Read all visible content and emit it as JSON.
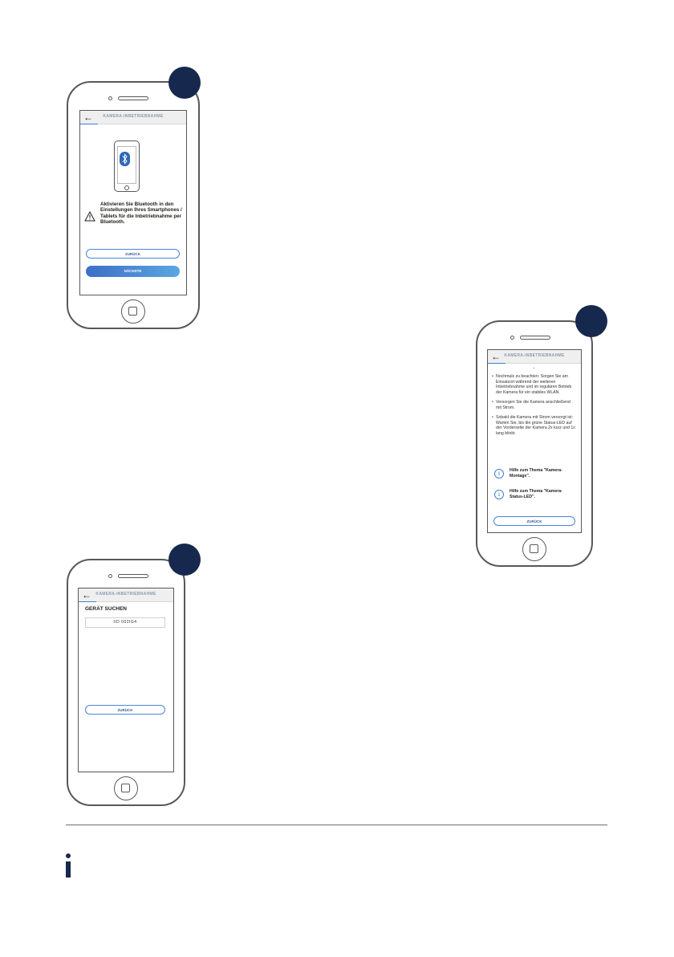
{
  "screens": {
    "bluetooth": {
      "title": "KAMERA-INBETRIEBNAHME",
      "back_icon": "arrow-left-icon",
      "instruction": "Aktivieren Sie Bluetooth in den Einstellungen Ihres Smartphones / Tablets für die Inbetriebnahme per Bluetooth.",
      "back_button": "ZURÜCK",
      "next_button": "NÄCHSTE"
    },
    "power": {
      "title": "KAMERA-INBETRIEBNAHME",
      "dash": "-",
      "bullets": [
        "Nochmals zu beachten: Sorgen Sie am Einsatzort während der weiteren Inbetriebnahme und im regulären Betrieb der Kamera für ein stabiles WLAN.",
        "Versorgen Sie die Kamera anschließend mit Strom.",
        "Sobald die Kamera mit Strom versorgt ist: Warten Sie, bis die grüne Status-LED auf der Vorderseite der Kamera 2x kurz und 1x lang blinkt."
      ],
      "help_1": "Hilfe zum Thema \"Kamera-Montage\".",
      "help_2": "Hilfe zum Thema \"Kamera-Status-LED\".",
      "back_button": "ZURÜCK"
    },
    "search": {
      "title": "KAMERA-INBETRIEBNAHME",
      "heading": "GERÄT SUCHEN",
      "device_id": "IID 002IG4",
      "back_button": "ZURÜCK"
    }
  },
  "colors": {
    "badge": "#16284d",
    "accent": "#3f7fd6",
    "rule": "#6f6f6f"
  },
  "footer": {
    "info_icon": "info-icon"
  }
}
